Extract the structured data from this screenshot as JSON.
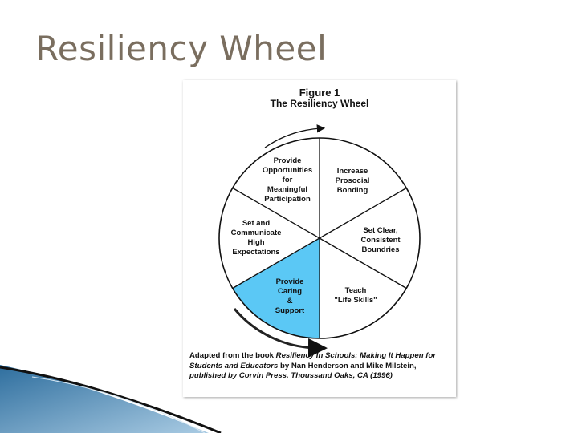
{
  "slide": {
    "title": "Resiliency Wheel"
  },
  "figure": {
    "number": "Figure 1",
    "name": "The Resiliency Wheel",
    "segments": [
      {
        "label": "Provide Opportunities for Meaningful Participation",
        "lines": [
          "Provide",
          "Opportunities",
          "for",
          "Meaningful",
          "Participation"
        ]
      },
      {
        "label": "Increase Prosocial Bonding",
        "lines": [
          "Increase",
          "Prosocial",
          "Bonding"
        ]
      },
      {
        "label": "Set Clear, Consistent Boundries",
        "lines": [
          "Set Clear,",
          "Consistent",
          "Boundries"
        ]
      },
      {
        "label": "Teach \"Life Skills\"",
        "lines": [
          "Teach",
          "\"Life Skills\""
        ]
      },
      {
        "label": "Provide Caring & Support",
        "lines": [
          "Provide",
          "Caring",
          "&",
          "Support"
        ],
        "highlight": "#5bc8f5"
      },
      {
        "label": "Set and Communicate High Expectations",
        "lines": [
          "Set and",
          "Communicate",
          "High",
          "Expectations"
        ]
      }
    ],
    "caption": {
      "prefix": "Adapted from the book ",
      "book": "Resiliency In Schools: Making It Happen for Students and Educators",
      "middle": " by Nan Henderson and Mike Milstein, ",
      "suffix": "published by Corvin Press, Thoussand Oaks, CA (1996)"
    }
  }
}
